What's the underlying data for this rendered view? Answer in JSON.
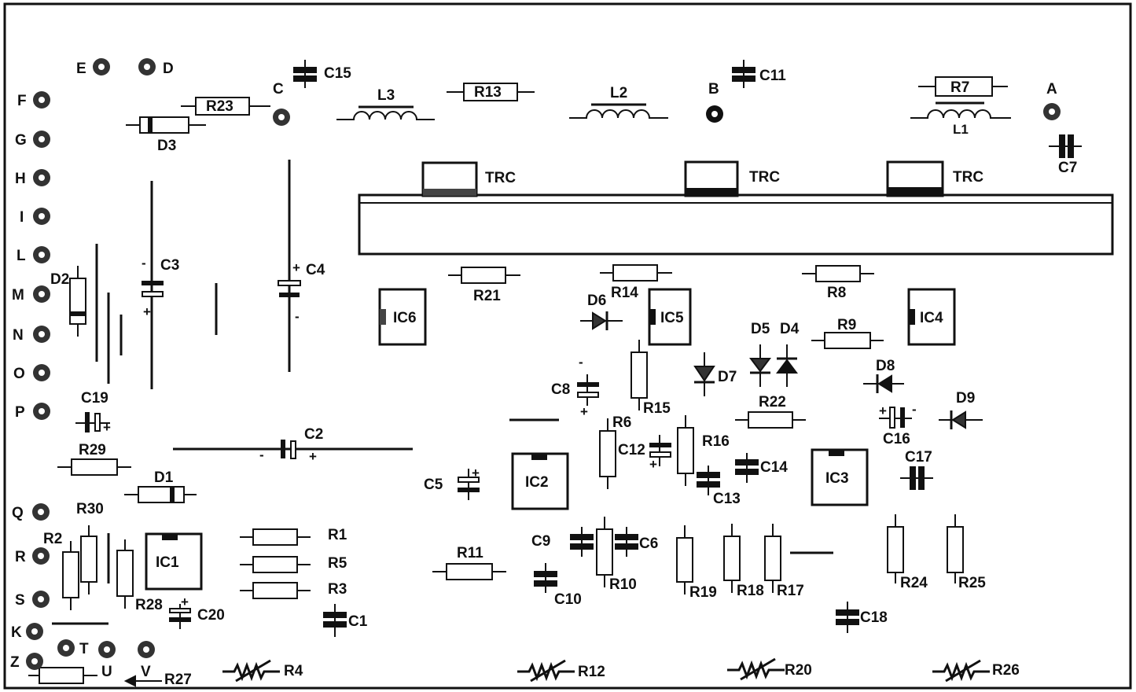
{
  "terminals": {
    "A": "A",
    "B": "B",
    "C": "C",
    "D": "D",
    "E": "E",
    "F": "F",
    "G": "G",
    "H": "H",
    "I": "I",
    "L": "L",
    "M": "M",
    "N": "N",
    "O": "O",
    "P": "P",
    "Q": "Q",
    "R": "R",
    "S": "S",
    "K": "K",
    "Z": "Z",
    "T": "T",
    "U": "U",
    "V": "V"
  },
  "resistors": {
    "R1": "R1",
    "R2": "R2",
    "R3": "R3",
    "R5": "R5",
    "R6": "R6",
    "R7": "R7",
    "R8": "R8",
    "R9": "R9",
    "R10": "R10",
    "R11": "R11",
    "R13": "R13",
    "R14": "R14",
    "R15": "R15",
    "R16": "R16",
    "R17": "R17",
    "R18": "R18",
    "R19": "R19",
    "R21": "R21",
    "R22": "R22",
    "R23": "R23",
    "R24": "R24",
    "R25": "R25",
    "R28": "R28",
    "R29": "R29",
    "R30": "R30"
  },
  "trimmers": {
    "R4": "R4",
    "R12": "R12",
    "R20": "R20",
    "R26": "R26",
    "R27": "R27"
  },
  "capacitors": {
    "C1": "C1",
    "C2": "C2",
    "C3": "C3",
    "C4": "C4",
    "C5": "C5",
    "C6": "C6",
    "C7": "C7",
    "C8": "C8",
    "C9": "C9",
    "C10": "C10",
    "C11": "C11",
    "C12": "C12",
    "C13": "C13",
    "C14": "C14",
    "C15": "C15",
    "C16": "C16",
    "C17": "C17",
    "C18": "C18",
    "C19": "C19",
    "C20": "C20"
  },
  "inductors": {
    "L1": "L1",
    "L2": "L2",
    "L3": "L3"
  },
  "diodes": {
    "D1": "D1",
    "D2": "D2",
    "D3": "D3",
    "D4": "D4",
    "D5": "D5",
    "D6": "D6",
    "D7": "D7",
    "D8": "D8",
    "D9": "D9"
  },
  "ics": {
    "IC1": "IC1",
    "IC2": "IC2",
    "IC3": "IC3",
    "IC4": "IC4",
    "IC5": "IC5",
    "IC6": "IC6"
  },
  "trc": [
    "TRC",
    "TRC",
    "TRC"
  ],
  "polarity": {
    "plus": "+",
    "minus": "-"
  }
}
